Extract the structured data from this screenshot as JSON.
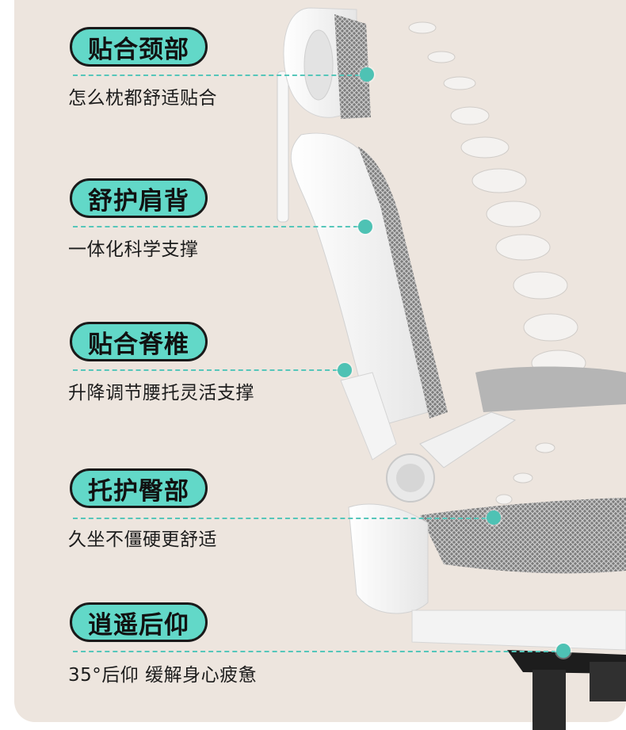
{
  "colors": {
    "background": "#ede5de",
    "pill_fill": "#62d8c8",
    "pill_border": "#1a1a1a",
    "accent_dot": "#4ec2b4",
    "dash_line": "#56c6ba"
  },
  "product_image": "ergonomic-office-chair-side-view",
  "features": [
    {
      "title": "贴合颈部",
      "description": "怎么枕都舒适贴合"
    },
    {
      "title": "舒护肩背",
      "description": "一体化科学支撑"
    },
    {
      "title": "贴合脊椎",
      "description": "升降调节腰托灵活支撑"
    },
    {
      "title": "托护臀部",
      "description": "久坐不僵硬更舒适"
    },
    {
      "title": "逍遥后仰",
      "description": "35°后仰 缓解身心疲惫"
    }
  ]
}
